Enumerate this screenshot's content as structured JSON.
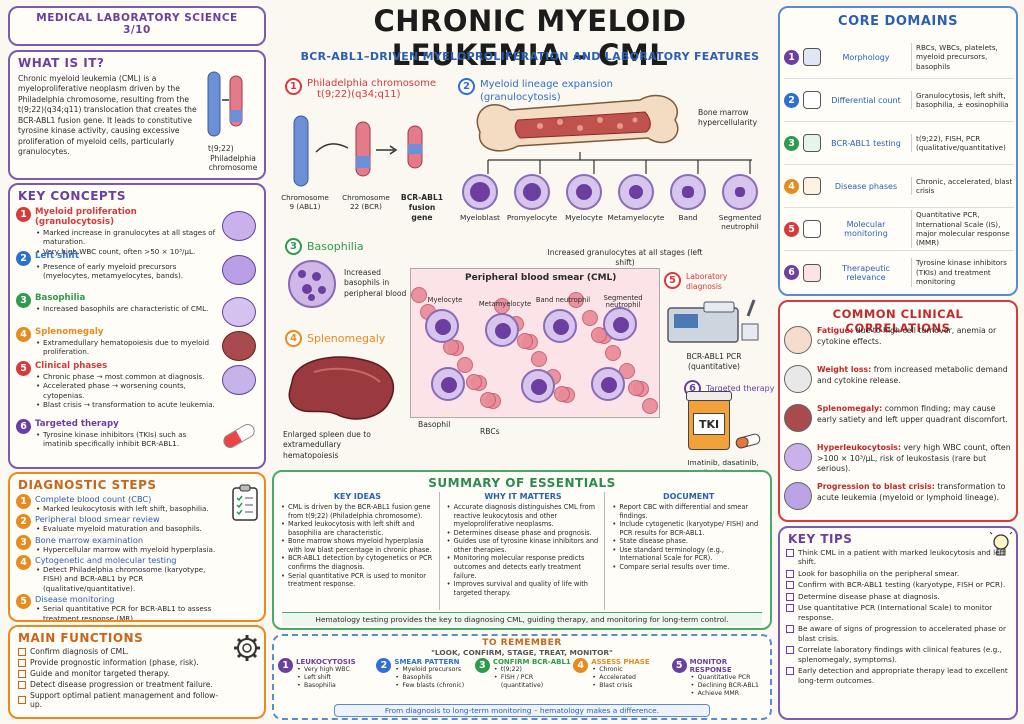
{
  "header": {
    "top_left_l1": "MEDICAL LABORATORY SCIENCE",
    "top_left_l2": "3/10",
    "title": "CHRONIC MYELOID LEUKEMIA – CML",
    "subtitle": "BCR-ABL1–DRIVEN MYELOPROLIFERATION AND LABORATORY FEATURES"
  },
  "what": {
    "title": "WHAT IS IT?",
    "text": "Chronic myeloid leukemia (CML) is a myeloproliferative neoplasm driven by the Philadelphia chromosome, resulting from the t(9;22)(q34;q11) translocation that creates the BCR-ABL1 fusion gene. It leads to constitutive tyrosine kinase activity, causing excessive proliferation of myeloid cells, particularly granulocytes.",
    "fig_label1": "t(9;22)",
    "fig_label2": "Philadelphia chromosome"
  },
  "key_concepts": {
    "title": "KEY CONCEPTS",
    "items": [
      {
        "n": "1",
        "title": "Myeloid proliferation (granulocytosis)",
        "b": [
          "Marked increase in granulocytes at all stages of maturation.",
          "Very high WBC count, often >50 × 10³/µL."
        ],
        "color": "#d63a3a"
      },
      {
        "n": "2",
        "title": "Left shift",
        "b": [
          "Presence of early myeloid precursors (myelocytes, metamyelocytes, bands)."
        ],
        "color": "#2f6fd0"
      },
      {
        "n": "3",
        "title": "Basophilia",
        "b": [
          "Increased basophils are characteristic of CML."
        ],
        "color": "#2e9a4e"
      },
      {
        "n": "4",
        "title": "Splenomegaly",
        "b": [
          "Extramedullary hematopoiesis due to myeloid proliferation."
        ],
        "color": "#e88a1e"
      },
      {
        "n": "5",
        "title": "Clinical phases",
        "b": [
          "Chronic phase → most common at diagnosis.",
          "Accelerated phase → worsening counts, cytopenias.",
          "Blast crisis → transformation to acute leukemia."
        ],
        "color": "#d63a3a"
      },
      {
        "n": "6",
        "title": "Targeted therapy",
        "b": [
          "Tyrosine kinase inhibitors (TKIs) such as imatinib specifically inhibit BCR-ABL1."
        ],
        "color": "#6a3fa0"
      }
    ]
  },
  "diag": {
    "title": "DIAGNOSTIC STEPS",
    "items": [
      {
        "n": "1",
        "title": "Complete blood count (CBC)",
        "b": "Marked leukocytosis with left shift, basophilia."
      },
      {
        "n": "2",
        "title": "Peripheral blood smear review",
        "b": "Evaluate myeloid maturation and basophils."
      },
      {
        "n": "3",
        "title": "Bone marrow examination",
        "b": "Hypercellular marrow with myeloid hyperplasia."
      },
      {
        "n": "4",
        "title": "Cytogenetic and molecular testing",
        "b": "Detect Philadelphia chromosome (karyotype, FISH) and BCR-ABL1 by PCR (qualitative/quantitative)."
      },
      {
        "n": "5",
        "title": "Disease monitoring",
        "b": "Serial quantitative PCR for BCR-ABL1 to assess treatment response (MR)."
      }
    ]
  },
  "main_func": {
    "title": "MAIN FUNCTIONS",
    "items": [
      "Confirm diagnosis of CML.",
      "Provide prognostic information (phase, risk).",
      "Guide and monitor targeted therapy.",
      "Detect disease progression or treatment failure.",
      "Support optimal patient management and follow-up."
    ]
  },
  "center": {
    "s1_title": "Philadelphia chromosome",
    "s1_sub": "t(9;22)(q34;q11)",
    "chr9": "Chromosome 9 (ABL1)",
    "chr22": "Chromosome 22 (BCR)",
    "fusion": "BCR-ABL1 fusion gene",
    "s2_title": "Myeloid lineage expansion (granulocytosis)",
    "marrow": "Bone marrow hypercellularity",
    "lineage": [
      "Myeloblast",
      "Promyelocyte",
      "Myelocyte",
      "Metamyelocyte",
      "Band",
      "Segmented neutrophil"
    ],
    "lineage_note": "Increased granulocytes at all stages (left shift)",
    "s3_title": "Basophilia",
    "s3_text": "Increased basophils in peripheral blood",
    "s4_title": "Splenomegaly",
    "s4_text": "Enlarged spleen due to extramedullary hematopoiesis",
    "smear_title": "Peripheral blood smear (CML)",
    "smear_labels": [
      "Myelocyte",
      "Metamyelocyte",
      "Band neutrophil",
      "Segmented neutrophil",
      "Basophil",
      "RBCs"
    ],
    "s5_title": "Laboratory diagnosis",
    "pcr": "BCR-ABL1 PCR (quantitative)",
    "s6_title": "Targeted therapy",
    "tki": "TKI",
    "drugs": "Imatinib, dasatinib, nilotinib, etc."
  },
  "summary": {
    "title": "SUMMARY OF ESSENTIALS",
    "cols": [
      {
        "h": "KEY IDEAS",
        "items": [
          "CML is driven by the BCR-ABL1 fusion gene from t(9;22) (Philadelphia chromosome).",
          "Marked leukocytosis with left shift and basophilia are characteristic.",
          "Bone marrow shows myeloid hyperplasia with low blast percentage in chronic phase.",
          "BCR-ABL1 detection by cytogenetics or PCR confirms the diagnosis.",
          "Serial quantitative PCR is used to monitor treatment response."
        ]
      },
      {
        "h": "WHY IT MATTERS",
        "items": [
          "Accurate diagnosis distinguishes CML from reactive leukocytosis and other myeloproliferative neoplasms.",
          "Determines disease phase and prognosis.",
          "Guides use of tyrosine kinase inhibitors and other therapies.",
          "Monitoring molecular response predicts outcomes and detects early treatment failure.",
          "Improves survival and quality of life with targeted therapy."
        ]
      },
      {
        "h": "DOCUMENT",
        "items": [
          "Report CBC with differential and smear findings.",
          "Include cytogenetic (karyotype/ FISH) and PCR results for BCR-ABL1.",
          "State disease phase.",
          "Use standard terminology (e.g., International Scale for PCR).",
          "Compare serial results over time."
        ]
      }
    ],
    "footer": "Hematology testing provides the key to diagnosing CML, guiding therapy, and monitoring for long-term control."
  },
  "remember": {
    "title": "TO REMEMBER",
    "motto": "\"LOOK, CONFIRM, STAGE, TREAT, MONITOR\"",
    "steps": [
      {
        "n": "1",
        "h": "LEUKOCYTOSIS",
        "b": [
          "Very high WBC",
          "Left shift",
          "Basophilia"
        ],
        "color": "#6a3fa0"
      },
      {
        "n": "2",
        "h": "SMEAR PATTERN",
        "b": [
          "Myeloid precursors",
          "Basophils",
          "Few blasts (chronic)"
        ],
        "color": "#2f6fd0"
      },
      {
        "n": "3",
        "h": "CONFIRM BCR-ABL1",
        "b": [
          "t(9;22)",
          "FISH / PCR (quantitative)"
        ],
        "color": "#2e9a4e"
      },
      {
        "n": "4",
        "h": "ASSESS PHASE",
        "b": [
          "Chronic",
          "Accelerated",
          "Blast crisis"
        ],
        "color": "#e88a1e"
      },
      {
        "n": "5",
        "h": "MONITOR RESPONSE",
        "b": [
          "Quantitative PCR",
          "Declining BCR-ABL1",
          "Achieve MMR"
        ],
        "color": "#6a3fa0"
      }
    ],
    "footer": "From diagnosis to long-term monitoring – hematology makes a difference."
  },
  "core": {
    "title": "CORE DOMAINS",
    "items": [
      {
        "n": "1",
        "name": "Morphology",
        "desc": "RBCs, WBCs, platelets, myeloid precursors, basophils",
        "color": "#6a3fa0"
      },
      {
        "n": "2",
        "name": "Differential count",
        "desc": "Granulocytosis, left shift, basophilia, ± eosinophilia",
        "color": "#2f6fd0"
      },
      {
        "n": "3",
        "name": "BCR-ABL1 testing",
        "desc": "t(9;22), FISH, PCR (qualitative/quantitative)",
        "color": "#2e9a4e"
      },
      {
        "n": "4",
        "name": "Disease phases",
        "desc": "Chronic, accelerated, blast crisis",
        "color": "#e88a1e"
      },
      {
        "n": "5",
        "name": "Molecular monitoring",
        "desc": "Quantitative PCR, International Scale (IS), major molecular response (MMR)",
        "color": "#d63a3a"
      },
      {
        "n": "6",
        "name": "Therapeutic relevance",
        "desc": "Tyrosine kinase inhibitors (TKIs) and treatment monitoring",
        "color": "#6a3fa0"
      }
    ]
  },
  "clinical": {
    "title": "COMMON CLINICAL CORRELATIONS",
    "items": [
      {
        "h": "Fatigue:",
        "t": "due to high cell turnover, anemia or cytokine effects."
      },
      {
        "h": "Weight loss:",
        "t": "from increased metabolic demand and cytokine release."
      },
      {
        "h": "Splenomegaly:",
        "t": "common finding; may cause early satiety and left upper quadrant discomfort."
      },
      {
        "h": "Hyperleukocytosis:",
        "t": "very high WBC count, often >100 × 10³/µL, risk of leukostasis (rare but serious)."
      },
      {
        "h": "Progression to blast crisis:",
        "t": "transformation to acute leukemia (myeloid or lymphoid lineage)."
      }
    ]
  },
  "tips": {
    "title": "KEY TIPS",
    "items": [
      "Think CML in a patient with marked leukocytosis and left shift.",
      "Look for basophilia on the peripheral smear.",
      "Confirm with BCR-ABL1 testing (karyotype, FISH or PCR).",
      "Determine disease phase at diagnosis.",
      "Use quantitative PCR (International Scale) to monitor response.",
      "Be aware of signs of progression to accelerated phase or blast crisis.",
      "Correlate laboratory findings with clinical features (e.g., splenomegaly, symptoms).",
      "Early detection and appropriate therapy lead to excellent long-term outcomes."
    ]
  }
}
